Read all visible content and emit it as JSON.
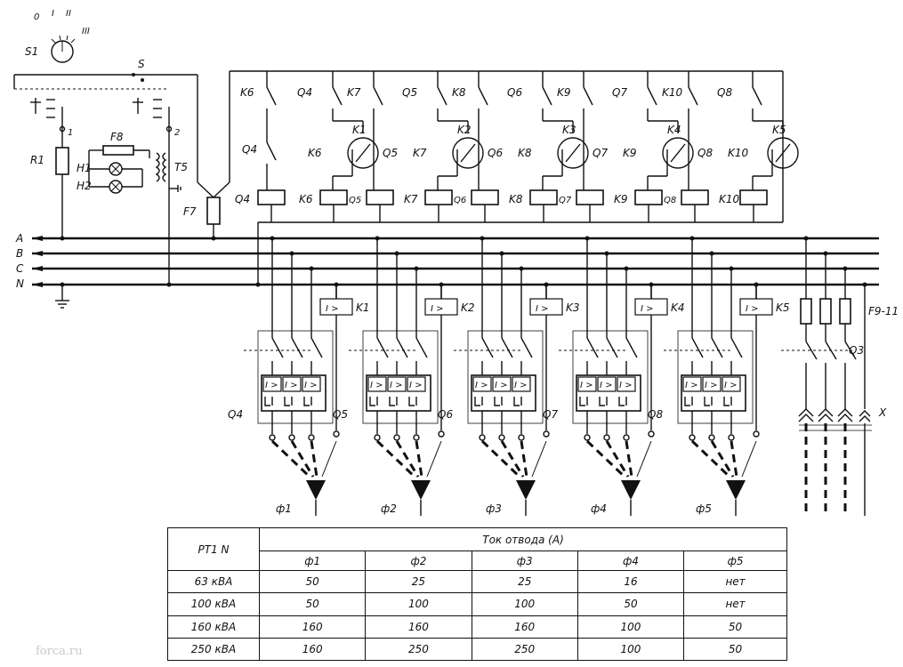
{
  "diagram": {
    "bus_labels": [
      "A",
      "B",
      "C",
      "N"
    ],
    "selector": {
      "label": "S1",
      "positions": [
        "0",
        "I",
        "II",
        "III"
      ]
    },
    "switch_s": "S",
    "resistor": "R1",
    "fuse_f8": "F8",
    "lamps": [
      "H1",
      "H2"
    ],
    "transformer": "T5",
    "fuse_f7": "F7",
    "terminal_1": "1",
    "terminal_2": "2",
    "feeders": [
      {
        "relay": "K1",
        "breaker": "Q4",
        "feeder": "ф1",
        "top_left": "K6",
        "top_mid": "Q4",
        "top_right": "K7",
        "meter_left": "K6",
        "meter_right": "Q5",
        "coil_left": "K6",
        "coil_right": "Q5"
      },
      {
        "relay": "K2",
        "breaker": "Q5",
        "feeder": "ф2",
        "top_mid": "Q5",
        "top_right": "K8",
        "meter_left": "K7",
        "meter_right": "Q6",
        "coil_left": "K7",
        "coil_right": "Q6"
      },
      {
        "relay": "K3",
        "breaker": "Q6",
        "feeder": "ф3",
        "top_mid": "Q6",
        "top_right": "K9",
        "meter_left": "K8",
        "meter_right": "Q7",
        "coil_left": "K8",
        "coil_right": "Q7"
      },
      {
        "relay": "K4",
        "breaker": "Q7",
        "feeder": "ф4",
        "top_mid": "Q7",
        "top_right": "K10",
        "meter_left": "K9",
        "meter_right": "Q8",
        "coil_left": "K9",
        "coil_right": "Q8"
      },
      {
        "relay": "K5",
        "breaker": "Q8",
        "feeder": "ф5",
        "top_mid": "Q8",
        "meter_left": "K10",
        "coil_left": "K10"
      }
    ],
    "first_contact_q4": "Q4",
    "first_coil_q4": "Q4",
    "overcurrent": "I >",
    "fuses_label": "F9-11",
    "q3": "Q3",
    "x_label": "X"
  },
  "table": {
    "corner": "PT1 N",
    "title": "Ток отвода (А)",
    "columns": [
      "ф1",
      "ф2",
      "ф3",
      "ф4",
      "ф5"
    ],
    "rows": [
      {
        "label": "63 кВА",
        "values": [
          "50",
          "25",
          "25",
          "16",
          "нет"
        ]
      },
      {
        "label": "100 кВА",
        "values": [
          "50",
          "100",
          "100",
          "50",
          "нет"
        ]
      },
      {
        "label": "160 кВА",
        "values": [
          "160",
          "160",
          "160",
          "100",
          "50"
        ]
      },
      {
        "label": "250 кВА",
        "values": [
          "160",
          "250",
          "250",
          "100",
          "50"
        ]
      }
    ]
  },
  "watermark": "forca.ru"
}
